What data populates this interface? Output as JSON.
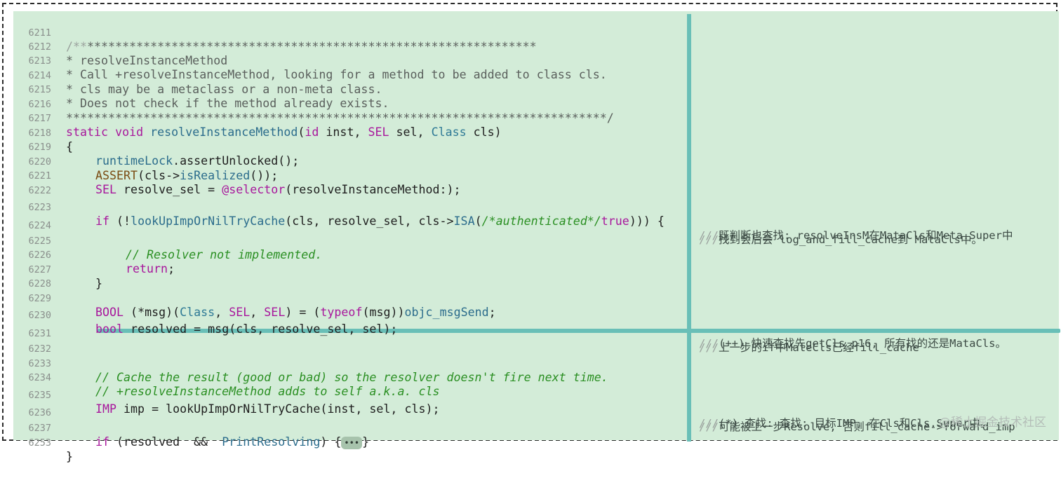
{
  "line_numbers": [
    "6211",
    "6212",
    "6213",
    "6214",
    "6215",
    "6216",
    "6217",
    "6218",
    "6219",
    "6220",
    "6221",
    "6222",
    "6223",
    "6224",
    "6225",
    "6226",
    "6227",
    "6228",
    "6229",
    "6230",
    "6231",
    "6232",
    "6233",
    "6234",
    "6235",
    "6236",
    "6237",
    "6253"
  ],
  "code": {
    "l6211_open": "/**",
    "l6211_stars": "****************************************************************",
    "l6212": "* resolveInstanceMethod",
    "l6213": "* Call +resolveInstanceMethod, looking for a method to be added to class cls.",
    "l6214": "* cls may be a metaclass or a non-meta class.",
    "l6215": "* Does not check if the method already exists.",
    "l6216": "*****************************************************************************/",
    "static": "static",
    "void": "void",
    "fn_name": "resolveInstanceMethod",
    "id": "id",
    "inst": " inst, ",
    "sel_type": "SEL",
    "sel_param": " sel, ",
    "class_type": "Class",
    "cls_param": " cls)",
    "open_brace": "{",
    "runtimeLock": "runtimeLock",
    "assertUnlocked": ".assertUnlocked();",
    "assert": "ASSERT",
    "assert_arg": "(cls->",
    "isRealized": "isRealized",
    "assert_end": "());",
    "sel_kw": "SEL",
    "resolve_decl": " resolve_sel = ",
    "selector_kw": "@selector",
    "selector_arg": "(resolveInstanceMethod:);",
    "if_kw": "if",
    "if_open": " (!",
    "lookup1": "lookUpImpOrNilTryCache",
    "lookup1_args": "(cls, resolve_sel, cls->",
    "isa": "ISA",
    "isa_paren": "(",
    "auth_comment": "/*authenticated*/",
    "true_kw": "true",
    "if_close": "))) {",
    "resolver_comment": "// Resolver not implemented.",
    "return_kw": "return",
    "return_semi": ";",
    "close_inner": "}",
    "bool_upper": "BOOL",
    "msg_decl": " (*msg)(",
    "class2": "Class",
    "comma1": ", ",
    "sel2": "SEL",
    "comma2": ", ",
    "sel3": "SEL",
    "cast_open": ") = (",
    "typeof_kw": "typeof",
    "cast_mid": "(msg))",
    "objc_msgSend": "objc_msgSend",
    "semi": ";",
    "bool_lower": "bool",
    "resolved_decl": " resolved = msg(cls, resolve_sel, sel);",
    "cache_comment1": "// Cache the result (good or bad) so the resolver doesn't fire next time.",
    "cache_comment2": "// +resolveInstanceMethod adds to self a.k.a. cls",
    "imp_type": "IMP",
    "imp_decl": " imp = lookUpImpOrNilTryCache(inst, sel, cls);",
    "if2_kw": "if",
    "if2_open": " (resolved  &&  ",
    "printResolving": "PrintResolving",
    "if2_brace": ") {",
    "fold": "•••",
    "if2_close": "}",
    "close_brace": "}"
  },
  "annotations": {
    "a6223": "既判断也查找: resolveInsM在MataCls和Meta.Super中",
    "a6224": "找到会后会 log_and_fill_cache到 MataCls中。",
    "a6230": "(++) 快速查找先getCls_p16, 所有找的还是MataCls。",
    "a6231": "上一步的if中MateCls已经fill_cache",
    "a6235": "(*) 查找: 查找: 目标IMP, 在Cls和Cls.Super中。",
    "a6236": "可能被上一步Resolve, 否则fill_cache->forward_imp",
    "prefix": "///"
  },
  "watermark": "@稀土掘金技术社区"
}
